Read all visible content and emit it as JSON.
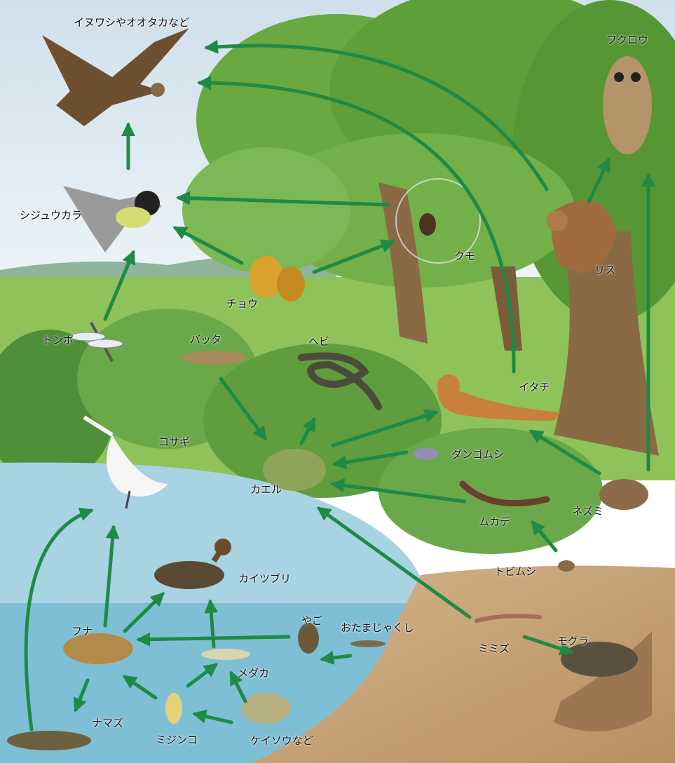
{
  "colors": {
    "arrow": "#1e8a45",
    "sky": "#dde9f1",
    "meadow": "#8fc35a",
    "tree_canopy": "#5f9f3a",
    "trunk": "#8a6a45",
    "pond": "#a8d3e3",
    "underwater": "#7fbfd6",
    "soil": "#c9a57a",
    "label_text": "#111111"
  },
  "labels": {
    "eagle": "イヌワシやオオタカなど",
    "owl": "フクロウ",
    "tit": "シジュウカラ",
    "spider": "クモ",
    "squirrel": "リス",
    "butterfly": "チョウ",
    "dragonfly": "トンボ",
    "grasshopper": "バッタ",
    "snake": "ヘビ",
    "weasel": "イタチ",
    "egret": "コサギ",
    "pillbug": "ダンゴムシ",
    "frog": "カエル",
    "centipede": "ムカデ",
    "mouse": "ネズミ",
    "springtail": "トビムシ",
    "grebe": "カイツブリ",
    "larva": "やご",
    "tadpole": "おたまじゃくし",
    "crucian": "フナ",
    "medaka": "メダカ",
    "earthworm": "ミミズ",
    "mole": "モグラ",
    "catfish": "ナマズ",
    "daphnia": "ミジンコ",
    "diatom": "ケイソウなど"
  },
  "food_web": [
    [
      "tit",
      "eagle"
    ],
    [
      "squirrel",
      "eagle"
    ],
    [
      "weasel",
      "eagle"
    ],
    [
      "spider",
      "tit"
    ],
    [
      "butterfly",
      "tit"
    ],
    [
      "dragonfly",
      "tit"
    ],
    [
      "butterfly",
      "spider"
    ],
    [
      "squirrel",
      "owl"
    ],
    [
      "mouse",
      "owl"
    ],
    [
      "grasshopper",
      "frog"
    ],
    [
      "frog",
      "snake"
    ],
    [
      "frog",
      "weasel"
    ],
    [
      "pillbug",
      "frog"
    ],
    [
      "centipede",
      "frog"
    ],
    [
      "earthworm",
      "frog"
    ],
    [
      "mouse",
      "weasel"
    ],
    [
      "springtail",
      "centipede"
    ],
    [
      "earthworm",
      "mole"
    ],
    [
      "tadpole",
      "larva"
    ],
    [
      "larva",
      "crucian"
    ],
    [
      "crucian",
      "grebe"
    ],
    [
      "medaka",
      "grebe"
    ],
    [
      "crucian",
      "egret"
    ],
    [
      "catfish",
      "egret"
    ],
    [
      "crucian",
      "catfish"
    ],
    [
      "daphnia",
      "crucian"
    ],
    [
      "daphnia",
      "medaka"
    ],
    [
      "diatom",
      "medaka"
    ],
    [
      "diatom",
      "daphnia"
    ]
  ]
}
